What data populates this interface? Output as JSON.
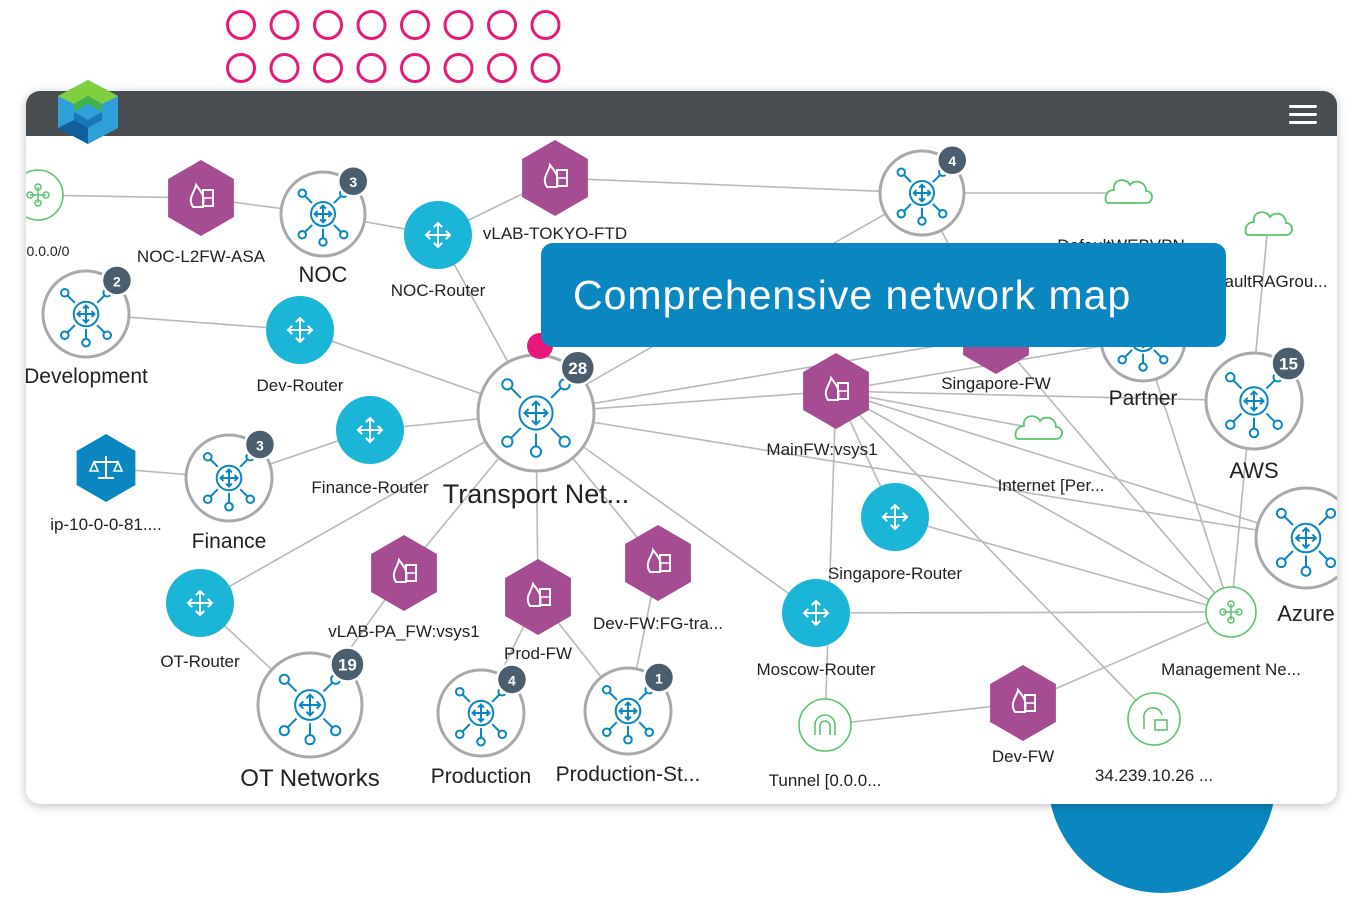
{
  "banner": {
    "text": "Comprehensive network map"
  },
  "colors": {
    "accent_blue": "#0a86c1",
    "firewall_purple": "#a64c92",
    "router_cyan": "#1bb5d8",
    "pink_dots": "#e6197a",
    "titlebar": "#474d51",
    "cloud_green": "#5cc46e",
    "badge_gray": "#4a5e6e"
  },
  "nodes": [
    {
      "id": "n0000",
      "label": ".0.0.0/0",
      "type": "gnet"
    },
    {
      "id": "asa",
      "label": "NOC-L2FW-ASA",
      "type": "firewall"
    },
    {
      "id": "noc",
      "label": "NOC",
      "type": "group",
      "badge": "3"
    },
    {
      "id": "nocr",
      "label": "NOC-Router",
      "type": "router"
    },
    {
      "id": "tokyo",
      "label": "vLAB-TOKYO-FTD",
      "type": "firewall"
    },
    {
      "id": "top4",
      "label": "",
      "type": "group",
      "badge": "4"
    },
    {
      "id": "c1",
      "label": "",
      "type": "cloud"
    },
    {
      "id": "c2",
      "label": "",
      "type": "cloud"
    },
    {
      "id": "defweb",
      "label": "DefaultWEBVPN",
      "type": "text"
    },
    {
      "id": "ragrp",
      "label": "aultRAGrou...",
      "type": "text"
    },
    {
      "id": "dev",
      "label": "Development",
      "type": "group",
      "badge": "2"
    },
    {
      "id": "devr",
      "label": "Dev-Router",
      "type": "router"
    },
    {
      "id": "trans",
      "label": "Transport Net...",
      "type": "group",
      "badge": "28"
    },
    {
      "id": "sgfw",
      "label": "Singapore-FW",
      "type": "firewall"
    },
    {
      "id": "partner",
      "label": "Partner",
      "type": "group"
    },
    {
      "id": "aws",
      "label": "AWS",
      "type": "group",
      "badge": "15"
    },
    {
      "id": "mainfw",
      "label": "MainFW:vsys1",
      "type": "firewall"
    },
    {
      "id": "inet",
      "label": "Internet [Per...",
      "type": "cloud"
    },
    {
      "id": "azure",
      "label": "Azure",
      "type": "group"
    },
    {
      "id": "lb",
      "label": "ip-10-0-0-81....",
      "type": "lb"
    },
    {
      "id": "fin",
      "label": "Finance",
      "type": "group",
      "badge": "3"
    },
    {
      "id": "finr",
      "label": "Finance-Router",
      "type": "router"
    },
    {
      "id": "sgr",
      "label": "Singapore-Router",
      "type": "router"
    },
    {
      "id": "otr",
      "label": "OT-Router",
      "type": "router"
    },
    {
      "id": "pafw",
      "label": "vLAB-PA_FW:vsys1",
      "type": "firewall"
    },
    {
      "id": "prodfw",
      "label": "Prod-FW",
      "type": "firewall"
    },
    {
      "id": "devfwfg",
      "label": "Dev-FW:FG-tra...",
      "type": "firewall"
    },
    {
      "id": "mosr",
      "label": "Moscow-Router",
      "type": "router"
    },
    {
      "id": "mgmt",
      "label": "Management Ne...",
      "type": "gnet"
    },
    {
      "id": "ot",
      "label": "OT Networks",
      "type": "group",
      "badge": "19"
    },
    {
      "id": "prod",
      "label": "Production",
      "type": "group",
      "badge": "4"
    },
    {
      "id": "prodst",
      "label": "Production-St...",
      "type": "group",
      "badge": "1"
    },
    {
      "id": "tunnel",
      "label": "Tunnel [0.0.0...",
      "type": "tunnel"
    },
    {
      "id": "devfw",
      "label": "Dev-FW",
      "type": "firewall"
    },
    {
      "id": "ip34",
      "label": "34.239.10.26 ...",
      "type": "lock"
    }
  ]
}
